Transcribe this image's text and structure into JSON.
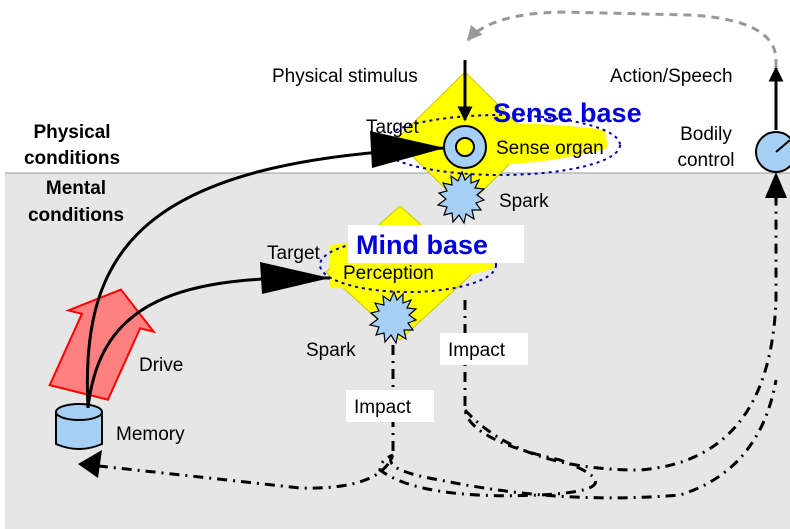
{
  "labels": {
    "physical_stimulus": "Physical stimulus",
    "action_speech": "Action/Speech",
    "physical_conditions": [
      "Physical",
      "conditions"
    ],
    "mental_conditions": [
      "Mental",
      "conditions"
    ],
    "sense_base": "Sense base",
    "sense_target": "Target",
    "sense_organ": "Sense organ",
    "sense_spark": "Spark",
    "bodily_control": [
      "Bodily",
      "control"
    ],
    "mind_base": "Mind base",
    "mind_target": "Target",
    "perception": "Perception",
    "mind_spark": "Spark",
    "impact_right": "Impact",
    "impact_left": "Impact",
    "drive": "Drive",
    "memory": "Memory"
  },
  "colors": {
    "mental_background": "#e6e6e6",
    "diamond": "#ffff00",
    "base_title": "#0000dd",
    "sensory_blue": "#a6cff5",
    "drive_arrow": "#ff8080",
    "drive_arrow_border": "#ff0000",
    "feedback_arrow": "#999999"
  }
}
